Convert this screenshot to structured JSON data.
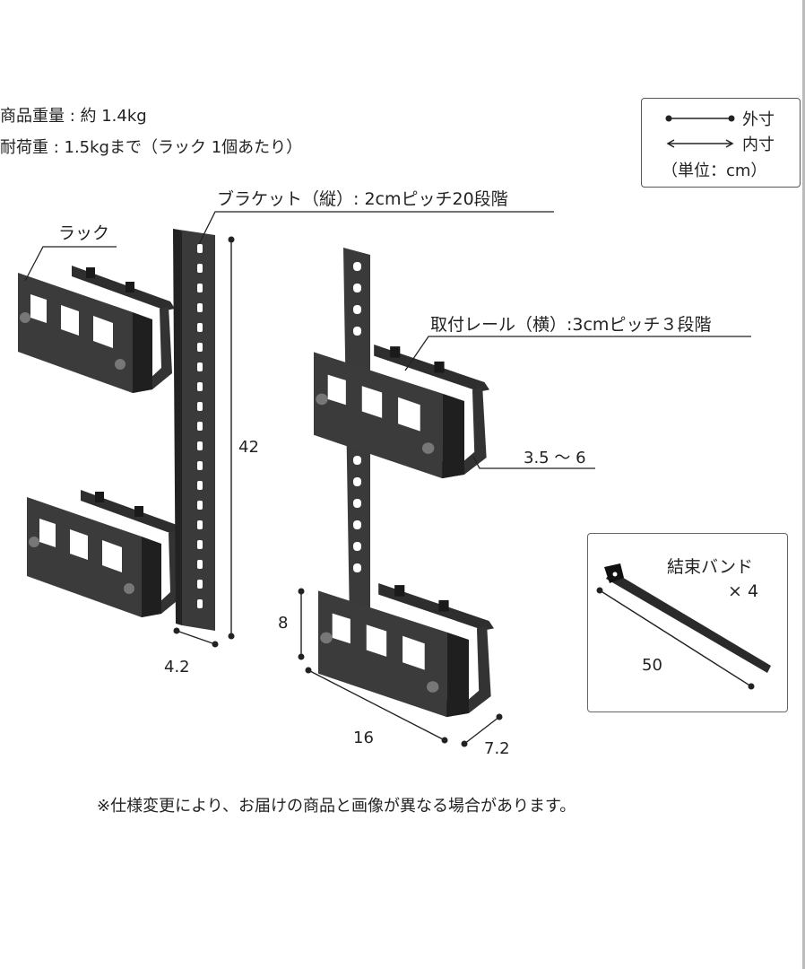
{
  "specs": {
    "weight": "商品重量 : 約 1.4kg",
    "load": "耐荷重 : 1.5kgまで（ラック 1個あたり）"
  },
  "legend": {
    "outer": "外寸",
    "inner": "内寸",
    "unit": "（単位：cm）"
  },
  "labels": {
    "rack": "ラック",
    "bracket": "ブラケット（縦）: 2cmピッチ20段階",
    "rail": "取付レール（横）:3cmピッチ３段階",
    "band_title": "結束バンド",
    "band_count": "× 4"
  },
  "dimensions": {
    "bracket_height": "42",
    "bracket_width": "4.2",
    "rack_inner_range": "3.5 ～ 6",
    "rack_height": "8",
    "rack_length": "16",
    "rack_depth": "7.2",
    "band_length": "50"
  },
  "note": "※仕様変更により、お届けの商品と画像が異なる場合があります。",
  "colors": {
    "metal": "#3a3a3a",
    "line": "#222222"
  }
}
